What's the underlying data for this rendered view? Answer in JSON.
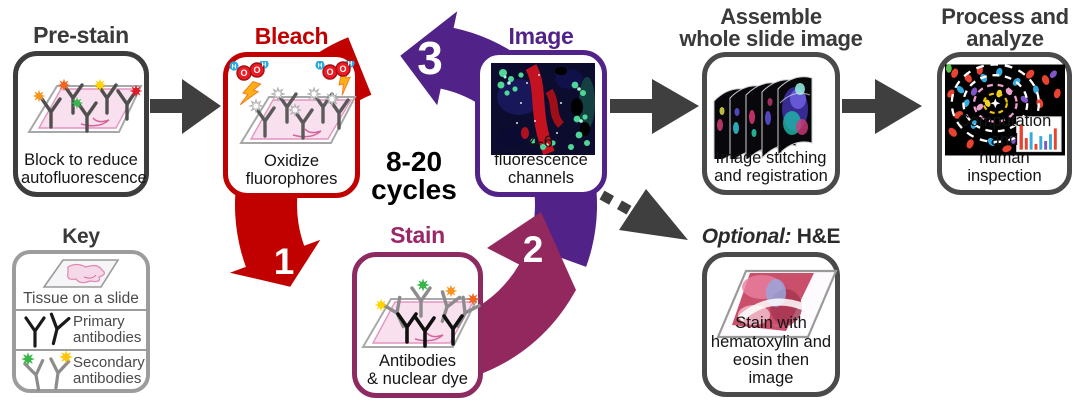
{
  "colors": {
    "red": "#c10000",
    "purple": "#512288",
    "maroon": "#93285f",
    "arrow_gray": "#3f3f3f"
  },
  "stages": {
    "prestain": {
      "title": "Pre-stain",
      "caption": "Block to reduce\nautofluorescence"
    },
    "bleach": {
      "title": "Bleach",
      "caption": "Oxidize\nfluorophores"
    },
    "image": {
      "title": "Image",
      "caption": "4-6 fluorescence\nchannels"
    },
    "stain": {
      "title": "Stain",
      "caption": "Antibodies\n& nuclear dye"
    },
    "assemble": {
      "title": "Assemble\nwhole slide image",
      "caption": "Image stitching\nand registration"
    },
    "process": {
      "title": "Process and\nanalyze",
      "caption": "Computation and\nhuman inspection"
    },
    "hande": {
      "title_prefix": "Optional:",
      "title_main": "H&E",
      "caption": "Stain with\nhematoxylin and\neosin then image"
    }
  },
  "cycle": {
    "center_label": "8-20\ncycles",
    "steps": [
      {
        "number": "1"
      },
      {
        "number": "2"
      },
      {
        "number": "3"
      }
    ]
  },
  "molecule": {
    "o": "O",
    "h": "H"
  },
  "key": {
    "title": "Key",
    "items": [
      {
        "label": "Tissue on a slide"
      },
      {
        "label": "Primary\nantibodies"
      },
      {
        "label": "Secondary\nantibodies"
      }
    ]
  }
}
